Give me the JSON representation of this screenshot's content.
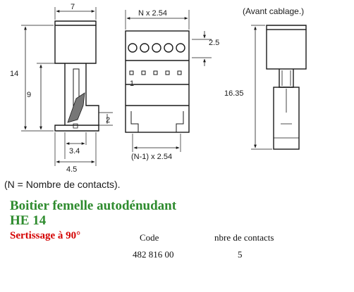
{
  "colors": {
    "title": "#2e8b2e",
    "subtitle": "#d40000",
    "line": "#1a1a1a"
  },
  "drawing": {
    "avant_cablage": "(Avant cablage.)",
    "dim_width": "7",
    "dim_pitch": "N x 2.54",
    "dim_pitch_bottom": "(N-1) x 2.54",
    "dim_height": "14",
    "dim_body": "9",
    "dim_slot": "2",
    "dim_inner": "3.4",
    "dim_outer": "4.5",
    "dim_top": "2.5",
    "dim_total": "16.35",
    "pin_one": "1"
  },
  "note": "(N = Nombre de contacts).",
  "product": {
    "title_line1": "Boitier femelle autodénudant",
    "title_line2": "HE 14",
    "subtitle": "Sertissage à 90°"
  },
  "table": {
    "headers": [
      "Code",
      "nbre de contacts"
    ],
    "rows": [
      [
        "482 816 00",
        "5"
      ]
    ]
  }
}
